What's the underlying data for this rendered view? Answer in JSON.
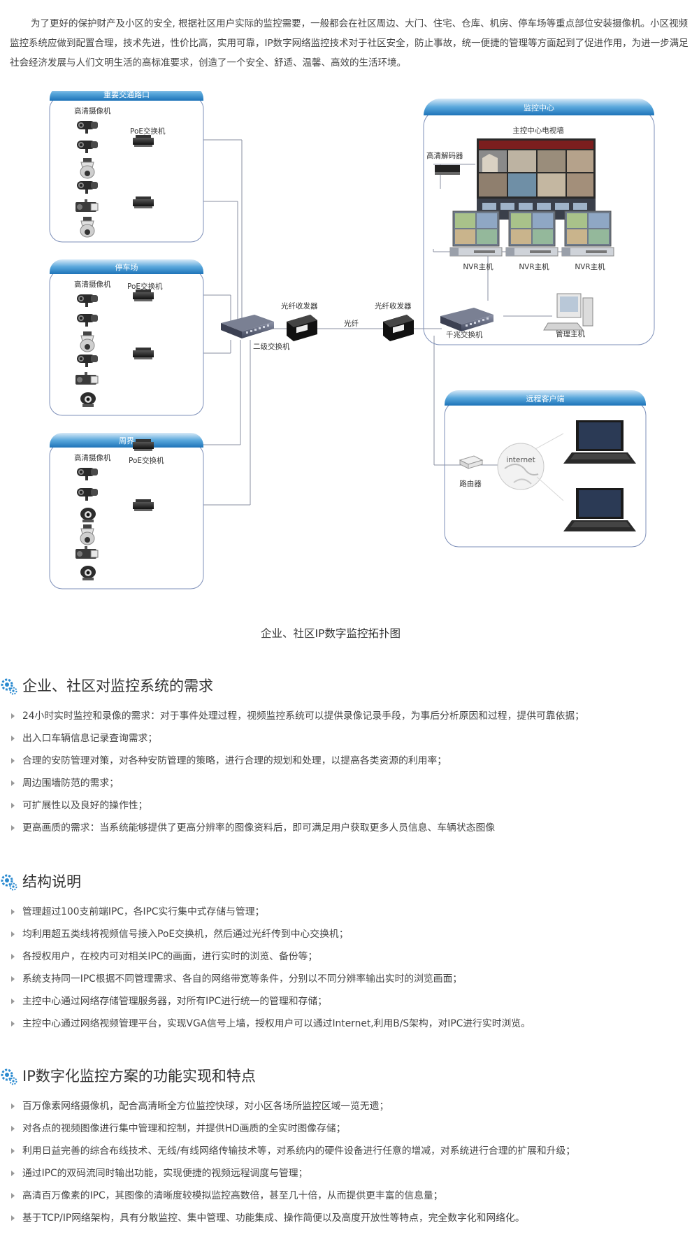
{
  "intro": "为了更好的保护财产及小区的安全, 根据社区用户实际的监控需要，一般都会在社区周边、大门、住宅、仓库、机房、停车场等重点部位安装摄像机。小区视频监控系统应做到配置合理，技术先进，性价比高，实用可靠，IP数字网络监控技术对于社区安全，防止事故，统一便捷的管理等方面起到了促进作用，为进一步满足社会经济发展与人们文明生活的高标准要求，创造了一个安全、舒适、温馨、高效的生活环境。",
  "diagram": {
    "zone1": {
      "title": "重要交通路口",
      "camera_label": "高清摄像机",
      "switch_label": "PoE交换机"
    },
    "zone2": {
      "title": "停车场",
      "camera_label": "高清摄像机",
      "switch_label": "PoE交换机"
    },
    "zone3": {
      "title": "周界",
      "camera_label": "高清摄像机",
      "switch_label": "PoE交换机"
    },
    "level2_switch": "二级交换机",
    "transceiver_left": "光纤收发器",
    "transceiver_right": "光纤收发器",
    "fiber": "光纤",
    "center": {
      "title": "监控中心",
      "tv_wall": "主控中心电视墙",
      "decoder": "高清解码器",
      "nvr_labels": [
        "NVR主机",
        "NVR主机",
        "NVR主机"
      ],
      "gigabit_switch": "千兆交换机",
      "admin_host": "管理主机"
    },
    "remote": {
      "title": "远程客户端",
      "internet": "internet",
      "router": "路由器"
    }
  },
  "caption": "企业、社区IP数字监控拓扑图",
  "sections": [
    {
      "title": "企业、社区对监控系统的需求",
      "items": [
        "24小时实时监控和录像的需求：对于事件处理过程，视频监控系统可以提供录像记录手段，为事后分析原因和过程，提供可靠依据；",
        "出入口车辆信息记录查询需求；",
        "合理的安防管理对策，对各种安防管理的策略，进行合理的规划和处理，以提高各类资源的利用率；",
        "周边围墙防范的需求；",
        "可扩展性以及良好的操作性；",
        "更高画质的需求：当系统能够提供了更高分辨率的图像资料后，即可满足用户获取更多人员信息、车辆状态图像"
      ]
    },
    {
      "title": "结构说明",
      "items": [
        "管理超过100支前端IPC，各IPC实行集中式存储与管理；",
        "均利用超五类线将视频信号接入PoE交换机，然后通过光纤传到中心交换机；",
        "各授权用户，在校内可对相关IPC的画面，进行实时的浏览、备份等；",
        "系统支持同一IPC根据不同管理需求、各自的网络带宽等条件，分别以不同分辨率输出实时的浏览画面；",
        "主控中心通过网络存储管理服务器，对所有IPC进行统一的管理和存储；",
        "主控中心通过网络视频管理平台，实现VGA信号上墙，授权用户可以通过Internet,利用B/S架构，对IPC进行实时浏览。"
      ]
    },
    {
      "title": "IP数字化监控方案的功能实现和特点",
      "items": [
        "百万像素网络摄像机，配合高清晰全方位监控快球，对小区各场所监控区域一览无遗；",
        "对各点的视频图像进行集中管理和控制，并提供HD画质的全实时图像存储；",
        "利用日益完善的综合布线技术、无线/有线网络传输技术等，对系统内的硬件设备进行任意的增减，对系统进行合理的扩展和升级；",
        "通过IPC的双码流同时输出功能，实现便捷的视频远程调度与管理；",
        "高清百万像素的IPC，其图像的清晰度较模拟监控高数倍，甚至几十倍，从而提供更丰富的信息量；",
        "基于TCP/IP网络架构，具有分散监控、集中管理、功能集成、操作简便以及高度开放性等特点，完全数字化和网络化。"
      ]
    }
  ],
  "colors": {
    "zone_header": "#1f7fbf",
    "border": "#7d8fb8",
    "line": "#8a8fa0"
  }
}
